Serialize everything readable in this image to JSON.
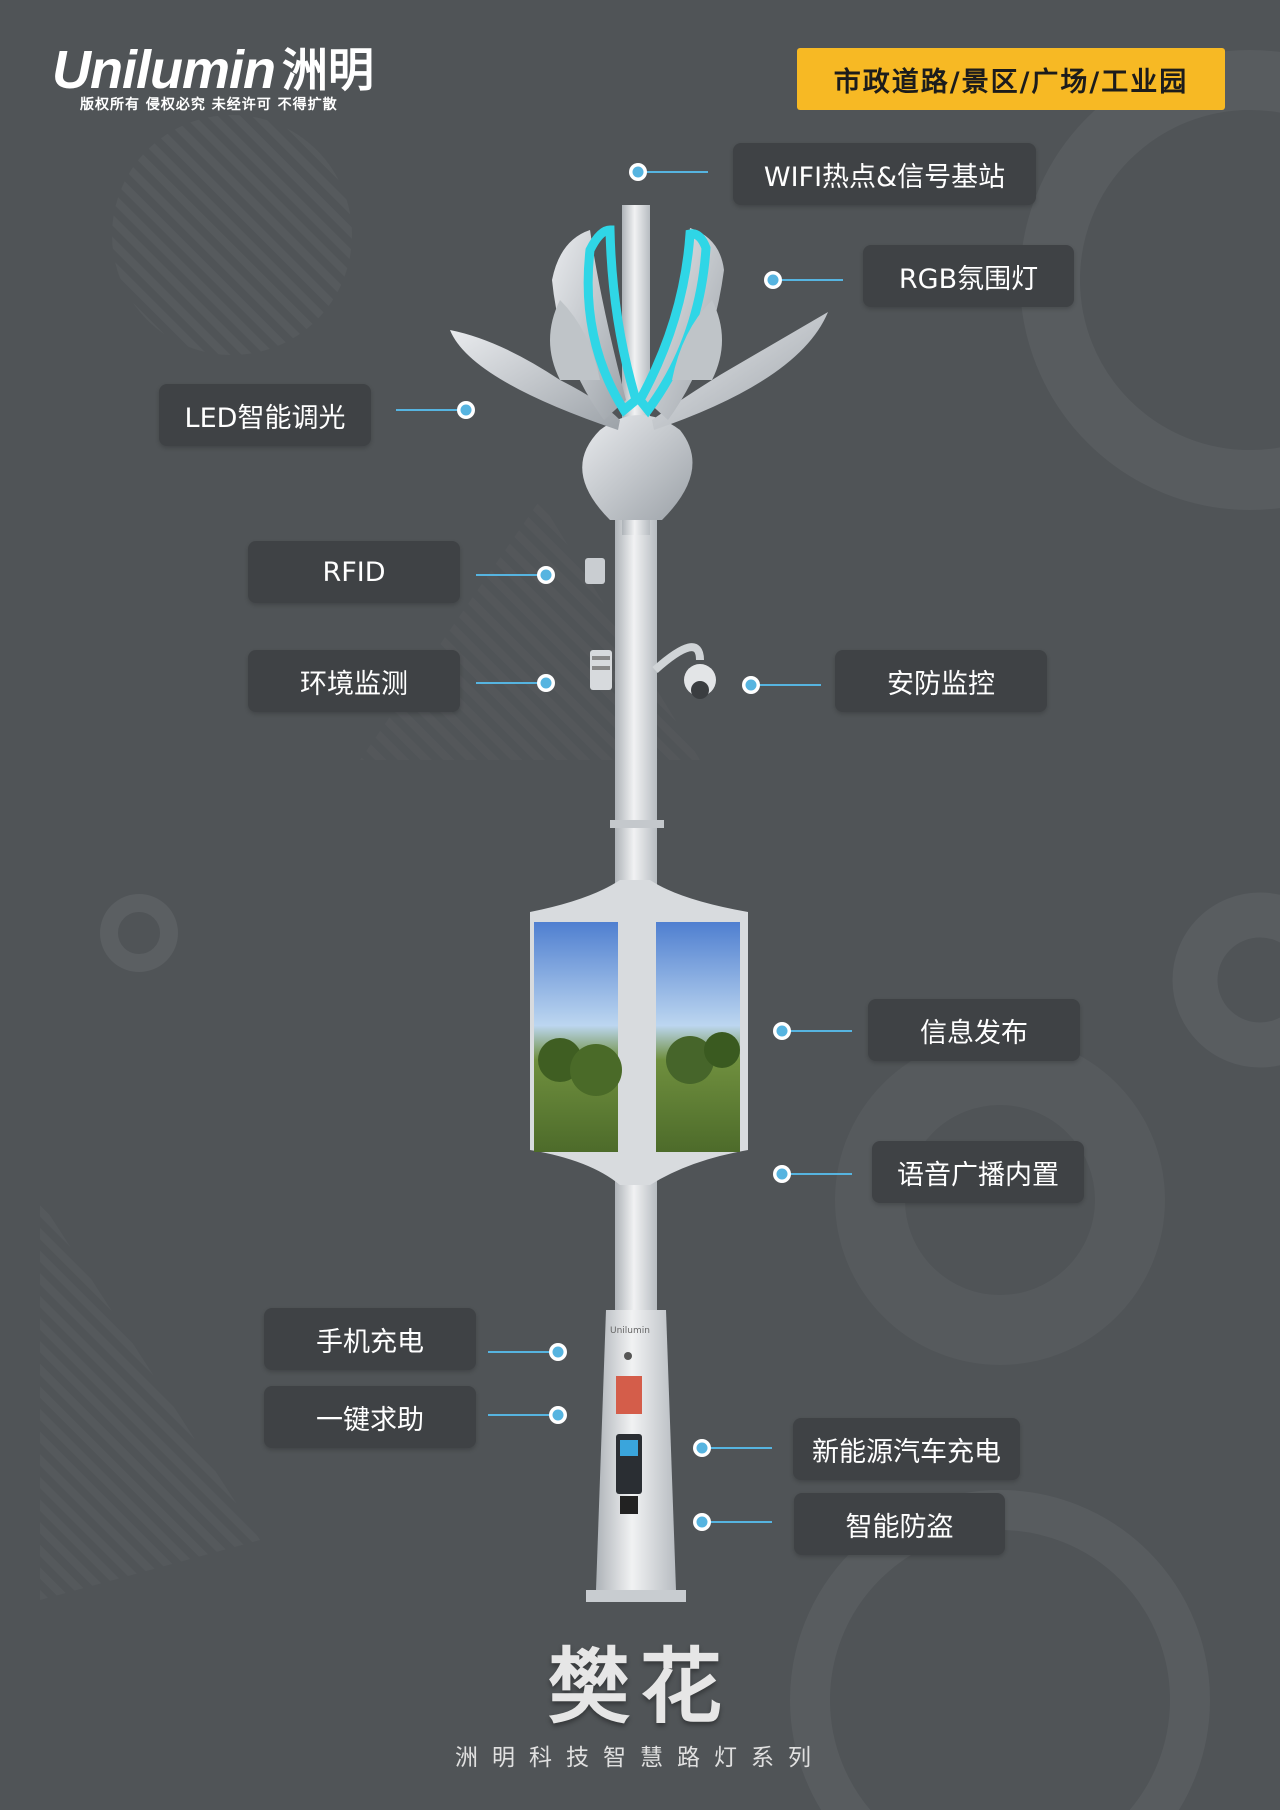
{
  "brand": {
    "name": "Unilumin",
    "name_cn": "洲明",
    "notice": "版权所有 侵权必究 未经许可 不得扩散"
  },
  "tag": "市政道路/景区/广场/工业园",
  "features": [
    {
      "id": "wifi",
      "label": "WIFI热点&信号基站"
    },
    {
      "id": "rgb",
      "label": "RGB氛围灯"
    },
    {
      "id": "led",
      "label": "LED智能调光"
    },
    {
      "id": "rfid",
      "label": "RFID"
    },
    {
      "id": "env",
      "label": "环境监测"
    },
    {
      "id": "security",
      "label": "安防监控"
    },
    {
      "id": "info",
      "label": "信息发布"
    },
    {
      "id": "audio",
      "label": "语音广播内置"
    },
    {
      "id": "phone",
      "label": "手机充电"
    },
    {
      "id": "sos",
      "label": "一键求助"
    },
    {
      "id": "ev",
      "label": "新能源汽车充电"
    },
    {
      "id": "theft",
      "label": "智能防盗"
    }
  ],
  "base_logo": "Unilumin",
  "product": {
    "title": "樊花",
    "subtitle": "洲明科技智慧路灯系列"
  },
  "colors": {
    "background": "#505457",
    "accent": "#f7b924",
    "callout": "#56b4e0",
    "glow": "#2fd6e6",
    "pole": "#d6d9dc"
  }
}
